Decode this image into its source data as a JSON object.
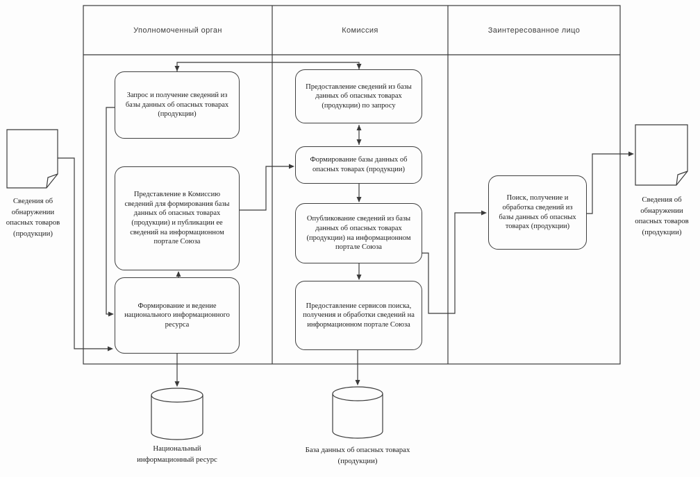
{
  "lanes": [
    {
      "label": "Уполномоченный орган"
    },
    {
      "label": "Комиссия"
    },
    {
      "label": "Заинтересованное лицо"
    }
  ],
  "processes": {
    "request_info": "Запрос и получение сведений из базы данных об опасных товарах (продукции)",
    "submit_to_commission": "Представление в Комиссию сведений для формирования базы данных об опасных товарах (продукции) и публикации ее сведений на информационном портале Союза",
    "maintain_national_resource": "Формирование и ведение национального информационного ресурса",
    "provide_on_request": "Предоставление сведений из базы данных об опасных товарах (продукции) по запросу",
    "form_database": "Формирование базы данных об опасных товарах (продукции)",
    "publish_info": "Опубликование сведений из базы данных об опасных товарах (продукции) на информационном портале Союза",
    "provide_services": "Предоставление сервисов поиска, получения и обработки сведений на информационном портале Союза",
    "search_process": "Поиск, получение и обработка сведений из базы данных об опасных товарах (продукции)"
  },
  "documents": {
    "left": "Сведения об обнаружении опасных товаров (продукции)",
    "right": "Сведения об обнаружении опасных товаров (продукции)"
  },
  "datastores": {
    "national_resource": "Национальный информационный ресурс",
    "hazard_db": "База данных об опасных товарах (продукции)"
  },
  "colors": {
    "line": "#3a3a3a",
    "text": "#1c1c1c"
  }
}
